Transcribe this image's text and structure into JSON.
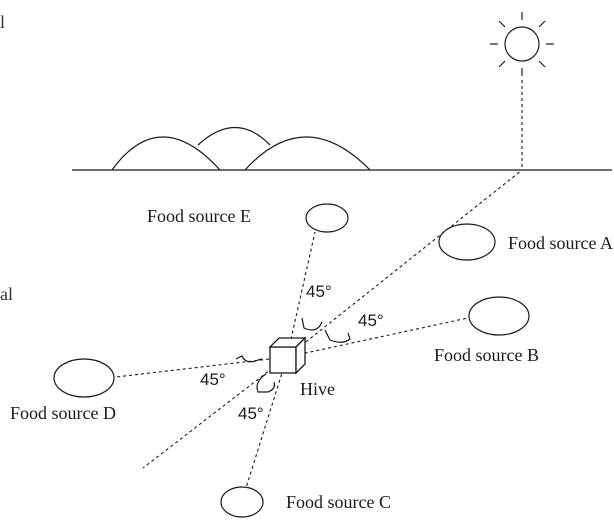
{
  "edge_fragments": {
    "top": "l",
    "mid": "al"
  },
  "hive": {
    "label": "Hive"
  },
  "food_sources": {
    "a": {
      "label": "Food source A"
    },
    "b": {
      "label": "Food source B"
    },
    "c": {
      "label": "Food source C"
    },
    "d": {
      "label": "Food source D"
    },
    "e": {
      "label": "Food source E"
    }
  },
  "angles": {
    "e_from_sun": "45°",
    "b_from_sun": "45°",
    "d_from_opposite": "45°",
    "c_from_opposite": "45°"
  }
}
